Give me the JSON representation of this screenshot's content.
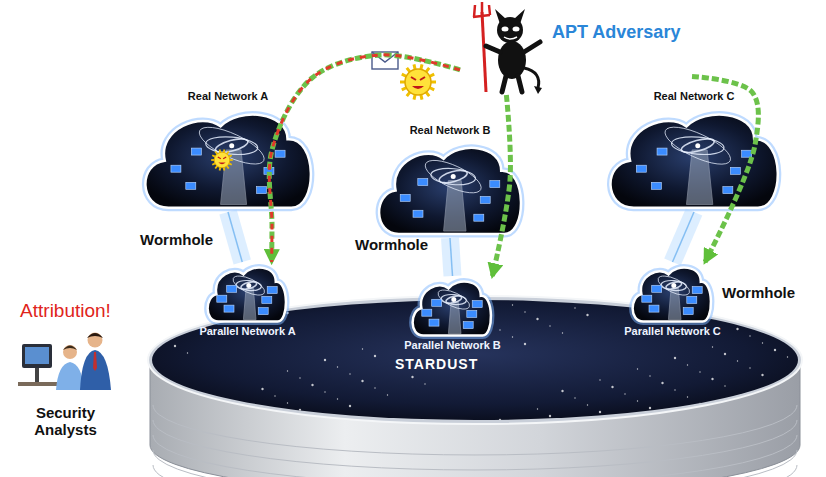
{
  "diagram": {
    "nodes": [
      {
        "text": [
          "APT Adversary"
        ]
      },
      {
        "text": [
          "Real Network A"
        ]
      },
      {
        "text": [
          "Real Network B"
        ]
      },
      {
        "text": [
          "Real Network C"
        ]
      },
      {
        "text": [
          "STARDUST"
        ]
      },
      {
        "text": [
          "Parallel Network A"
        ],
        "in": 4
      },
      {
        "text": [
          "Parallel Network B"
        ],
        "in": 4
      },
      {
        "text": [
          "Parallel Network C"
        ],
        "in": 4
      },
      {
        "text": [
          "Attribution!",
          "Security Analysts"
        ]
      }
    ],
    "edges": [
      {
        "from": 0,
        "to": 5,
        "arrow": "to"
      },
      {
        "from": 0,
        "to": 6,
        "arrow": "to"
      },
      {
        "from": 0,
        "to": 7,
        "arrow": "to"
      },
      {
        "from": 1,
        "to": 5,
        "arrow": "none"
      },
      {
        "from": 2,
        "to": 6,
        "arrow": "none"
      },
      {
        "from": 3,
        "to": 7,
        "arrow": "none"
      }
    ],
    "labels": [
      "Wormhole",
      "Wormhole",
      "Wormhole"
    ]
  }
}
